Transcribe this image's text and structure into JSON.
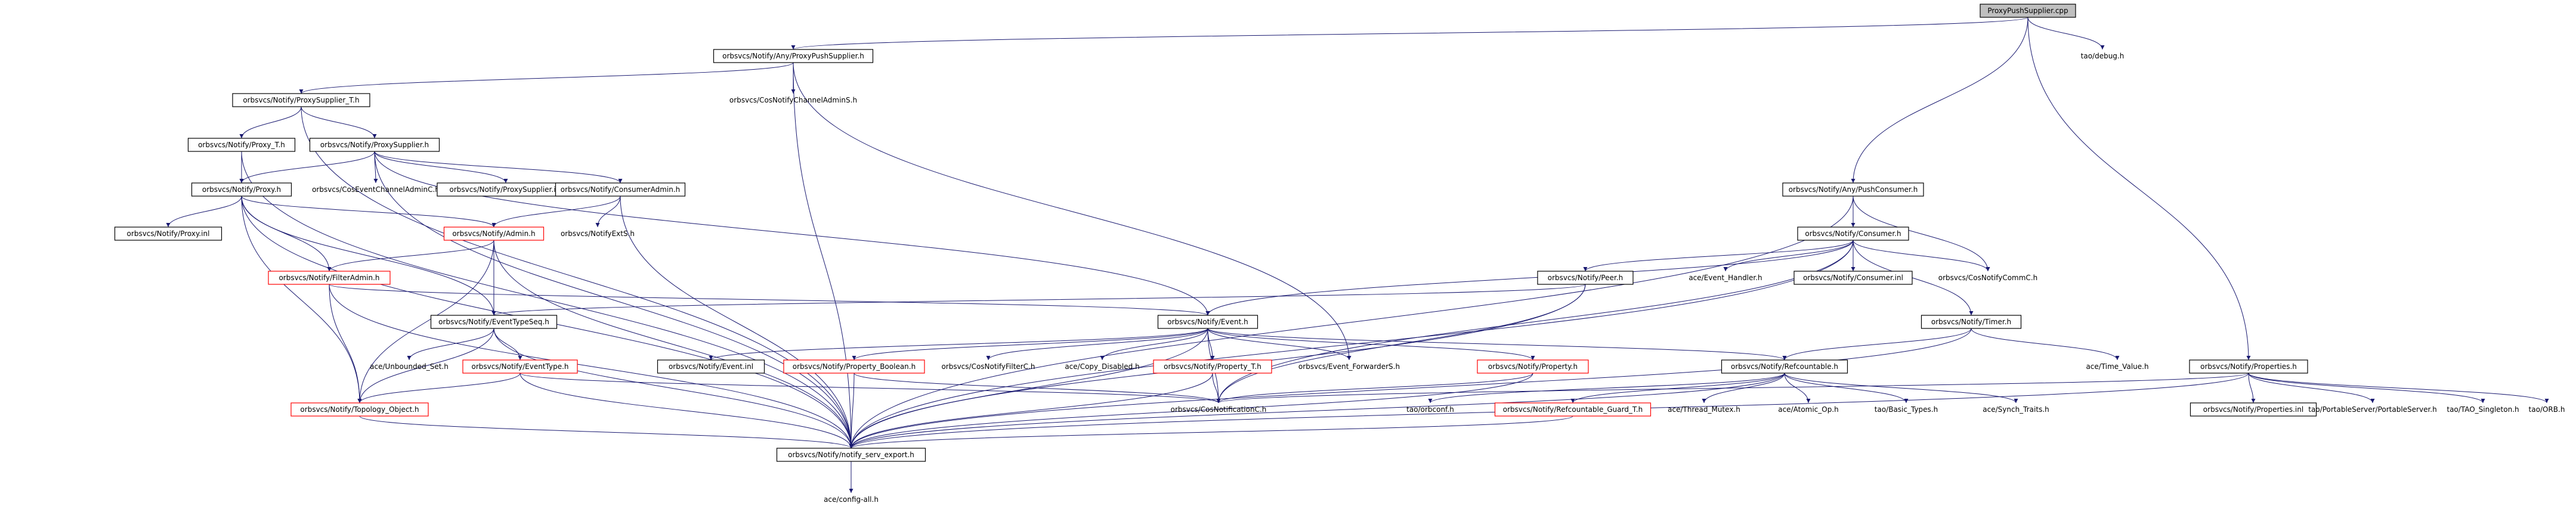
{
  "colors": {
    "background": "#ffffff",
    "edge": "#191970",
    "box_border": "#000000",
    "box_border_incomplete": "#ff0000",
    "root_fill": "#bfbfbf"
  },
  "nodes": [
    {
      "id": "root",
      "label": "ProxyPushSupplier.cpp",
      "style": "root"
    },
    {
      "id": "anyproxy",
      "label": "orbsvcs/Notify/Any/ProxyPushSupplier.h",
      "style": "black"
    },
    {
      "id": "tao_debug",
      "label": "tao/debug.h",
      "style": "none"
    },
    {
      "id": "cosnotifychanneladmins",
      "label": "orbsvcs/CosNotifyChannelAdminS.h",
      "style": "none"
    },
    {
      "id": "proxysupplier_t",
      "label": "orbsvcs/Notify/ProxySupplier_T.h",
      "style": "black"
    },
    {
      "id": "proxy_t",
      "label": "orbsvcs/Notify/Proxy_T.h",
      "style": "black"
    },
    {
      "id": "proxysupplier",
      "label": "orbsvcs/Notify/ProxySupplier.h",
      "style": "black"
    },
    {
      "id": "proxy",
      "label": "orbsvcs/Notify/Proxy.h",
      "style": "black"
    },
    {
      "id": "coseventchanneladminc",
      "label": "orbsvcs/CosEventChannelAdminC.h",
      "style": "none"
    },
    {
      "id": "proxysupplier_inl",
      "label": "orbsvcs/Notify/ProxySupplier.inl",
      "style": "black"
    },
    {
      "id": "consumeradmin",
      "label": "orbsvcs/Notify/ConsumerAdmin.h",
      "style": "black"
    },
    {
      "id": "proxy_inl",
      "label": "orbsvcs/Notify/Proxy.inl",
      "style": "black"
    },
    {
      "id": "admin",
      "label": "orbsvcs/Notify/Admin.h",
      "style": "red"
    },
    {
      "id": "notifyexts",
      "label": "orbsvcs/NotifyExtS.h",
      "style": "none"
    },
    {
      "id": "filteradmin",
      "label": "orbsvcs/Notify/FilterAdmin.h",
      "style": "red"
    },
    {
      "id": "eventtypeseq",
      "label": "orbsvcs/Notify/EventTypeSeq.h",
      "style": "black"
    },
    {
      "id": "unbounded_set",
      "label": "ace/Unbounded_Set.h",
      "style": "none"
    },
    {
      "id": "eventtype",
      "label": "orbsvcs/Notify/EventType.h",
      "style": "red"
    },
    {
      "id": "topology_object",
      "label": "orbsvcs/Notify/Topology_Object.h",
      "style": "red"
    },
    {
      "id": "notify_serv_export",
      "label": "orbsvcs/Notify/notify_serv_export.h",
      "style": "black"
    },
    {
      "id": "config_all",
      "label": "ace/config-all.h",
      "style": "none"
    },
    {
      "id": "event",
      "label": "orbsvcs/Notify/Event.h",
      "style": "black"
    },
    {
      "id": "event_inl",
      "label": "orbsvcs/Notify/Event.inl",
      "style": "black"
    },
    {
      "id": "property_boolean",
      "label": "orbsvcs/Notify/Property_Boolean.h",
      "style": "red"
    },
    {
      "id": "cosnotifyfilterc",
      "label": "orbsvcs/CosNotifyFilterC.h",
      "style": "none"
    },
    {
      "id": "copy_disabled",
      "label": "ace/Copy_Disabled.h",
      "style": "none"
    },
    {
      "id": "property_t",
      "label": "orbsvcs/Notify/Property_T.h",
      "style": "red"
    },
    {
      "id": "event_forwarders",
      "label": "orbsvcs/Event_ForwarderS.h",
      "style": "none"
    },
    {
      "id": "property",
      "label": "orbsvcs/Notify/Property.h",
      "style": "red"
    },
    {
      "id": "cosnotificationc",
      "label": "orbsvcs/CosNotificationC.h",
      "style": "none"
    },
    {
      "id": "anypushconsumer",
      "label": "orbsvcs/Notify/Any/PushConsumer.h",
      "style": "black"
    },
    {
      "id": "consumer",
      "label": "orbsvcs/Notify/Consumer.h",
      "style": "black"
    },
    {
      "id": "peer",
      "label": "orbsvcs/Notify/Peer.h",
      "style": "black"
    },
    {
      "id": "event_handler",
      "label": "ace/Event_Handler.h",
      "style": "none"
    },
    {
      "id": "consumer_inl",
      "label": "orbsvcs/Notify/Consumer.inl",
      "style": "black"
    },
    {
      "id": "cosnotifycommc",
      "label": "orbsvcs/CosNotifyCommC.h",
      "style": "none"
    },
    {
      "id": "timer",
      "label": "orbsvcs/Notify/Timer.h",
      "style": "black"
    },
    {
      "id": "refcountable",
      "label": "orbsvcs/Notify/Refcountable.h",
      "style": "black"
    },
    {
      "id": "time_value",
      "label": "ace/Time_Value.h",
      "style": "none"
    },
    {
      "id": "properties",
      "label": "orbsvcs/Notify/Properties.h",
      "style": "black"
    },
    {
      "id": "orbconf",
      "label": "tao/orbconf.h",
      "style": "none"
    },
    {
      "id": "refcountable_guard_t",
      "label": "orbsvcs/Notify/Refcountable_Guard_T.h",
      "style": "red"
    },
    {
      "id": "thread_mutex",
      "label": "ace/Thread_Mutex.h",
      "style": "none"
    },
    {
      "id": "atomic_op",
      "label": "ace/Atomic_Op.h",
      "style": "none"
    },
    {
      "id": "basic_types",
      "label": "tao/Basic_Types.h",
      "style": "none"
    },
    {
      "id": "synch_traits",
      "label": "ace/Synch_Traits.h",
      "style": "none"
    },
    {
      "id": "properties_inl",
      "label": "orbsvcs/Notify/Properties.inl",
      "style": "black"
    },
    {
      "id": "portableserver",
      "label": "tao/PortableServer/PortableServer.h",
      "style": "none"
    },
    {
      "id": "tao_singleton",
      "label": "tao/TAO_Singleton.h",
      "style": "none"
    },
    {
      "id": "tao_orb",
      "label": "tao/ORB.h",
      "style": "none"
    }
  ],
  "edges": [
    [
      "root",
      "anyproxy"
    ],
    [
      "root",
      "tao_debug"
    ],
    [
      "root",
      "anypushconsumer"
    ],
    [
      "root",
      "properties"
    ],
    [
      "anyproxy",
      "cosnotifychanneladmins"
    ],
    [
      "anyproxy",
      "proxysupplier_t"
    ],
    [
      "anyproxy",
      "notify_serv_export"
    ],
    [
      "anyproxy",
      "event_forwarders"
    ],
    [
      "proxysupplier_t",
      "proxy_t"
    ],
    [
      "proxysupplier_t",
      "proxysupplier"
    ],
    [
      "proxysupplier_t",
      "notify_serv_export"
    ],
    [
      "proxy_t",
      "proxy"
    ],
    [
      "proxy_t",
      "notify_serv_export"
    ],
    [
      "proxysupplier",
      "proxy"
    ],
    [
      "proxysupplier",
      "coseventchanneladminc"
    ],
    [
      "proxysupplier",
      "proxysupplier_inl"
    ],
    [
      "proxysupplier",
      "consumeradmin"
    ],
    [
      "proxysupplier",
      "event"
    ],
    [
      "proxysupplier",
      "notify_serv_export"
    ],
    [
      "proxy",
      "proxy_inl"
    ],
    [
      "proxy",
      "admin"
    ],
    [
      "proxy",
      "filteradmin"
    ],
    [
      "proxy",
      "eventtypeseq"
    ],
    [
      "proxy",
      "topology_object"
    ],
    [
      "proxy",
      "notify_serv_export"
    ],
    [
      "consumeradmin",
      "admin"
    ],
    [
      "consumeradmin",
      "notifyexts"
    ],
    [
      "consumeradmin",
      "notify_serv_export"
    ],
    [
      "admin",
      "filteradmin"
    ],
    [
      "admin",
      "eventtypeseq"
    ],
    [
      "admin",
      "topology_object"
    ],
    [
      "admin",
      "notify_serv_export"
    ],
    [
      "filteradmin",
      "event"
    ],
    [
      "filteradmin",
      "topology_object"
    ],
    [
      "filteradmin",
      "notify_serv_export"
    ],
    [
      "eventtypeseq",
      "unbounded_set"
    ],
    [
      "eventtypeseq",
      "eventtype"
    ],
    [
      "eventtypeseq",
      "topology_object"
    ],
    [
      "eventtypeseq",
      "notify_serv_export"
    ],
    [
      "eventtype",
      "topology_object"
    ],
    [
      "eventtype",
      "cosnotificationc"
    ],
    [
      "eventtype",
      "notify_serv_export"
    ],
    [
      "topology_object",
      "notify_serv_export"
    ],
    [
      "notify_serv_export",
      "config_all"
    ],
    [
      "event",
      "event_inl"
    ],
    [
      "event",
      "property_boolean"
    ],
    [
      "event",
      "cosnotifyfilterc"
    ],
    [
      "event",
      "copy_disabled"
    ],
    [
      "event",
      "property_t"
    ],
    [
      "event",
      "event_forwarders"
    ],
    [
      "event",
      "property"
    ],
    [
      "event",
      "refcountable"
    ],
    [
      "event",
      "cosnotificationc"
    ],
    [
      "event",
      "notify_serv_export"
    ],
    [
      "property_boolean",
      "cosnotificationc"
    ],
    [
      "property_boolean",
      "notify_serv_export"
    ],
    [
      "property_t",
      "cosnotificationc"
    ],
    [
      "property_t",
      "notify_serv_export"
    ],
    [
      "property",
      "cosnotificationc"
    ],
    [
      "property",
      "notify_serv_export"
    ],
    [
      "anypushconsumer",
      "consumer"
    ],
    [
      "anypushconsumer",
      "cosnotifycommc"
    ],
    [
      "anypushconsumer",
      "notify_serv_export"
    ],
    [
      "consumer",
      "peer"
    ],
    [
      "consumer",
      "event"
    ],
    [
      "consumer",
      "event_handler"
    ],
    [
      "consumer",
      "consumer_inl"
    ],
    [
      "consumer",
      "cosnotifycommc"
    ],
    [
      "consumer",
      "timer"
    ],
    [
      "consumer",
      "cosnotificationc"
    ],
    [
      "consumer",
      "notify_serv_export"
    ],
    [
      "peer",
      "eventtypeseq"
    ],
    [
      "peer",
      "cosnotificationc"
    ],
    [
      "peer",
      "notify_serv_export"
    ],
    [
      "timer",
      "refcountable"
    ],
    [
      "timer",
      "time_value"
    ],
    [
      "timer",
      "notify_serv_export"
    ],
    [
      "refcountable",
      "orbconf"
    ],
    [
      "refcountable",
      "refcountable_guard_t"
    ],
    [
      "refcountable",
      "thread_mutex"
    ],
    [
      "refcountable",
      "atomic_op"
    ],
    [
      "refcountable",
      "basic_types"
    ],
    [
      "refcountable",
      "synch_traits"
    ],
    [
      "refcountable",
      "notify_serv_export"
    ],
    [
      "refcountable_guard_t",
      "notify_serv_export"
    ],
    [
      "properties",
      "cosnotificationc"
    ],
    [
      "properties",
      "properties_inl"
    ],
    [
      "properties",
      "portableserver"
    ],
    [
      "properties",
      "tao_singleton"
    ],
    [
      "properties",
      "tao_orb"
    ],
    [
      "properties",
      "notify_serv_export"
    ]
  ]
}
